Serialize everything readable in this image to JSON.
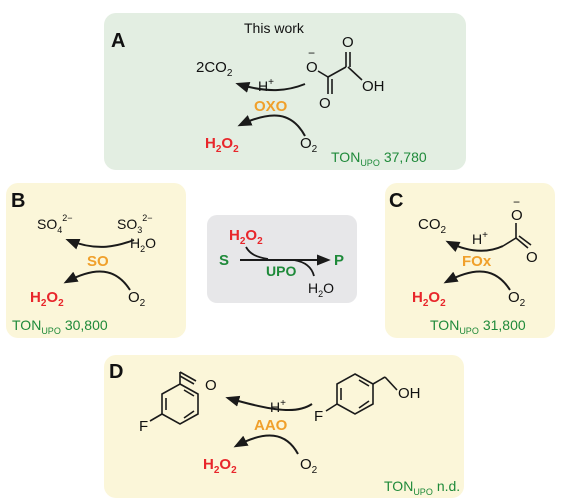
{
  "header": {
    "caption": "This work"
  },
  "colors": {
    "panel_green": "#e3eee2",
    "panel_yellow": "#fbf6d9",
    "panel_gray": "#e7e7e9",
    "enzyme_orange": "#f0a02b",
    "peroxide_red": "#e8262b",
    "ton_green": "#1f8a3a",
    "bond": "#1a1a1a"
  },
  "panels": {
    "A": {
      "letter": "A",
      "enzyme": "OXO",
      "h_plus": "H",
      "h_plus_sup": "+",
      "product": "2CO",
      "product_sub": "2",
      "peroxide": "H",
      "peroxide_sub": "2",
      "peroxide_o": "O",
      "peroxide_sub2": "2",
      "oxygen": "O",
      "oxygen_sub": "2",
      "substrate_o_minus": "O",
      "substrate_minus": "−",
      "substrate_o_top": "O",
      "substrate_o_bottom": "O",
      "substrate_oh": "OH",
      "ton": "TON",
      "ton_sub": "UPO",
      "ton_value": "37,780"
    },
    "B": {
      "letter": "B",
      "enzyme": "SO",
      "product": "SO",
      "product_sub": "4",
      "product_sup": "2−",
      "substrate": "SO",
      "substrate_sub": "3",
      "substrate_sup": "2−",
      "water": "H",
      "water_sub": "2",
      "water_o": "O",
      "peroxide": "H",
      "peroxide_sub": "2",
      "peroxide_o": "O",
      "peroxide_sub2": "2",
      "oxygen": "O",
      "oxygen_sub": "2",
      "ton": "TON",
      "ton_sub": "UPO",
      "ton_value": "30,800"
    },
    "center": {
      "peroxide": "H",
      "peroxide_sub": "2",
      "peroxide_o": "O",
      "peroxide_sub2": "2",
      "substrate": "S",
      "enzyme": "UPO",
      "product": "P",
      "water": "H",
      "water_sub": "2",
      "water_o": "O"
    },
    "C": {
      "letter": "C",
      "enzyme": "FOx",
      "h_plus": "H",
      "h_plus_sup": "+",
      "product": "CO",
      "product_sub": "2",
      "substrate_o_minus": "O",
      "substrate_minus": "−",
      "substrate_o": "O",
      "peroxide": "H",
      "peroxide_sub": "2",
      "peroxide_o": "O",
      "peroxide_sub2": "2",
      "oxygen": "O",
      "oxygen_sub": "2",
      "ton": "TON",
      "ton_sub": "UPO",
      "ton_value": "31,800"
    },
    "D": {
      "letter": "D",
      "enzyme": "AAO",
      "h_plus": "H",
      "h_plus_sup": "+",
      "aldehyde_o": "O",
      "aldehyde_f": "F",
      "alcohol_oh": "OH",
      "alcohol_f": "F",
      "peroxide": "H",
      "peroxide_sub": "2",
      "peroxide_o": "O",
      "peroxide_sub2": "2",
      "oxygen": "O",
      "oxygen_sub": "2",
      "ton": "TON",
      "ton_sub": "UPO",
      "ton_value": "n.d."
    }
  }
}
